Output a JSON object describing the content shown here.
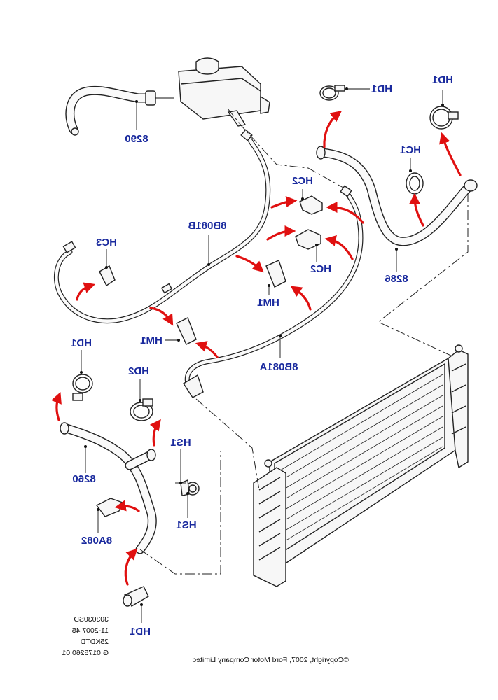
{
  "callouts": {
    "hd1_top": "HD1",
    "hd1_right": "HD1",
    "hc1": "HC1",
    "part_8290": "8290",
    "hc2_upper": "HC2",
    "hc2_lower": "HC2",
    "part_8b081b": "8B081B",
    "hc3": "HC3",
    "hm1_upper": "HM1",
    "hm1_lower": "HM1",
    "part_8286": "8286",
    "part_8b081a": "8B081A",
    "hd1_left": "HD1",
    "hd2": "HD2",
    "hs1_upper": "HS1",
    "hs1_lower": "HS1",
    "part_8260": "8260",
    "part_8a082": "8A082",
    "hd1_bottom": "HD1"
  },
  "footer": {
    "ref_lines": [
      "303030SD",
      "11-2007 45",
      "25KDTD",
      "G 0175260 01"
    ],
    "copyright": "©Copyright, 2007, Ford Motor Company Limited"
  },
  "colors": {
    "callout_text": "#1a2a9e",
    "arrow": "#e01010",
    "line": "#222222"
  }
}
